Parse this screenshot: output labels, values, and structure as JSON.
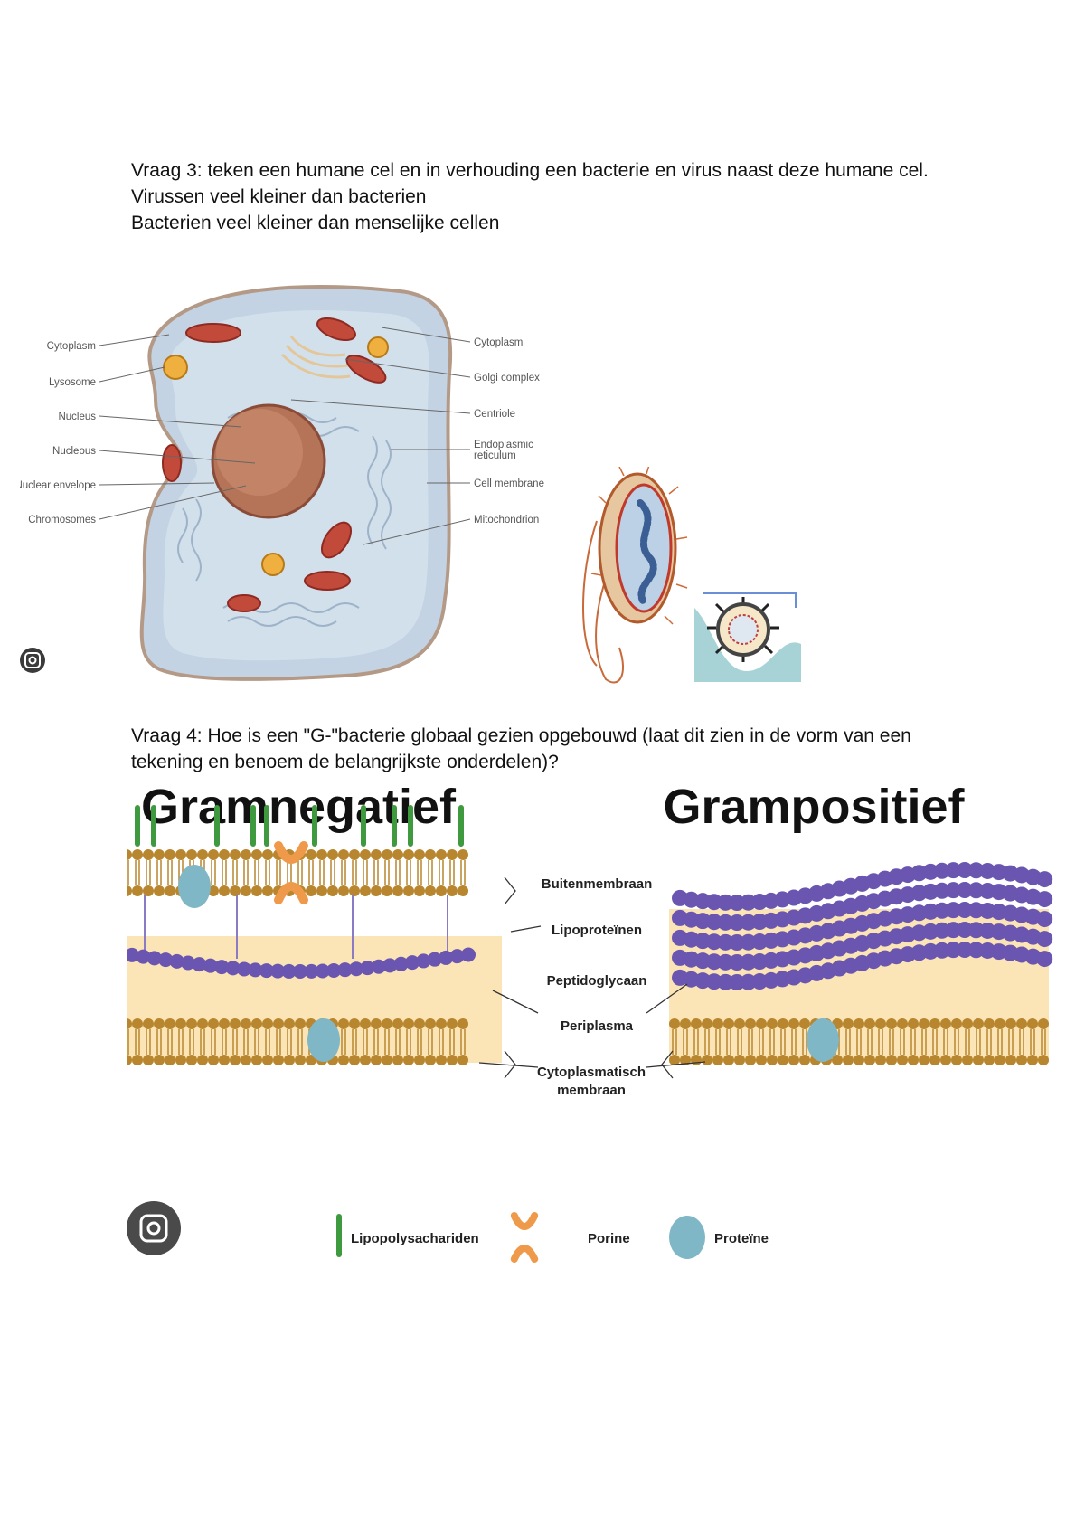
{
  "question3": {
    "lines": [
      "Vraag 3: teken een humane cel en in verhouding een bacterie en virus naast deze humane cel.",
      "Virussen veel kleiner dan bacterien",
      "Bacterien veel kleiner dan menselijke cellen"
    ]
  },
  "cell_figure": {
    "labels_left": [
      "Cytoplasm",
      "Lysosome",
      "Nucleus",
      "Nucleous",
      "Nuclear envelope",
      "Chromosomes"
    ],
    "labels_right": [
      "Cytoplasm",
      "Golgi complex",
      "Centriole",
      "Endoplasmic",
      "reticulum",
      "Cell membrane",
      "Mitochondrion"
    ],
    "lens_icon": "lens-search-icon"
  },
  "question4": {
    "lines": [
      "Vraag 4: Hoe is een \"G-\"bacterie globaal gezien opgebouwd (laat dit zien in de vorm van een tekening en benoem de belangrijkste onderdelen)?"
    ]
  },
  "gram_figure": {
    "title_left": "Gramnegatief",
    "title_right": "Grampositief",
    "labels": {
      "outer_membrane": "Buitenmembraan",
      "lipoproteins": "Lipoproteïnen",
      "peptidoglycan": "Peptidoglycaan",
      "periplasm": "Periplasma",
      "cytoplasmic_1": "Cytoplasmatisch",
      "cytoplasmic_2": "membraan"
    },
    "legend": {
      "lps": "Lipopolysachariden",
      "porin": "Porine",
      "protein": "Proteïne"
    },
    "colors": {
      "lipid_head": "#b8862e",
      "peptidoglycan": "#6a55b0",
      "periplasm": "#fbe4b6",
      "lps": "#3f9a3f",
      "porin": "#ef9a4a",
      "protein": "#7fb7c7"
    }
  }
}
